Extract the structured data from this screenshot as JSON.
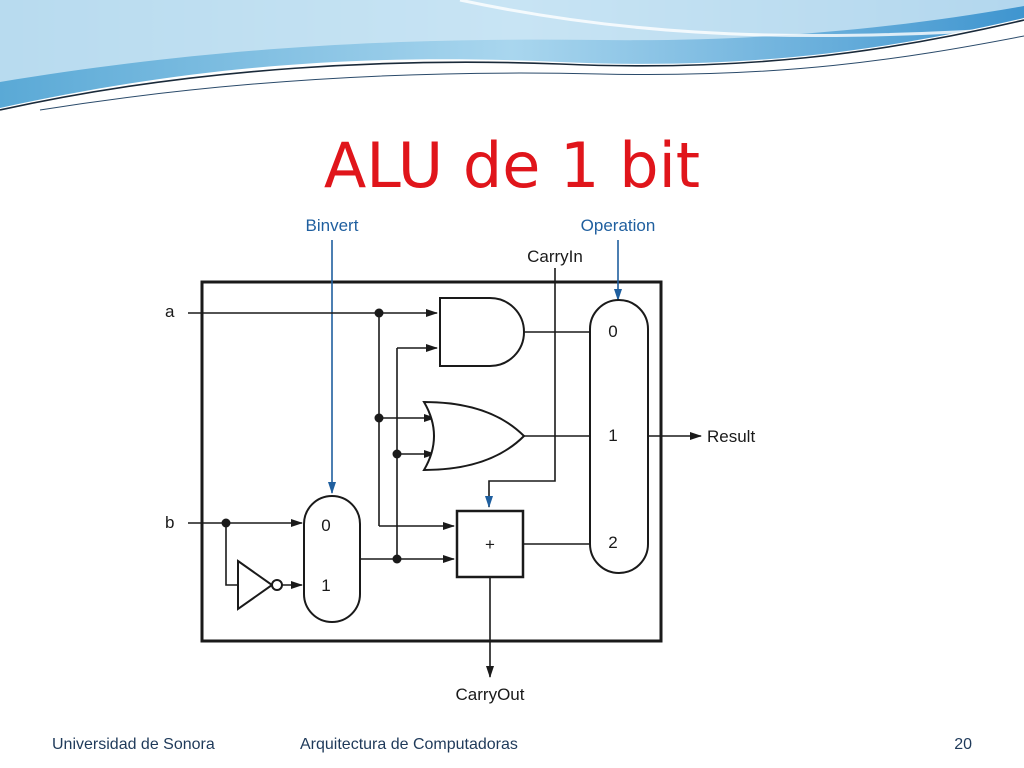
{
  "slide": {
    "title": "ALU de 1 bit"
  },
  "diagram": {
    "inputs": {
      "a": "a",
      "b": "b"
    },
    "controls": {
      "binvert": "Binvert",
      "operation": "Operation",
      "carry_in": "CarryIn"
    },
    "outputs": {
      "result": "Result",
      "carry_out": "CarryOut"
    },
    "b_mux": {
      "input_0": "0",
      "input_1": "1"
    },
    "result_mux": {
      "input_0": "0",
      "input_1": "1",
      "input_2": "2"
    },
    "adder_symbol": "+",
    "colors": {
      "control_lines": "#1f5f9f",
      "wires": "#1a1a1a",
      "title": "#e0151b"
    }
  },
  "footer": {
    "institution": "Universidad de Sonora",
    "course": "Arquitectura de Computadoras",
    "page_number": "20"
  }
}
